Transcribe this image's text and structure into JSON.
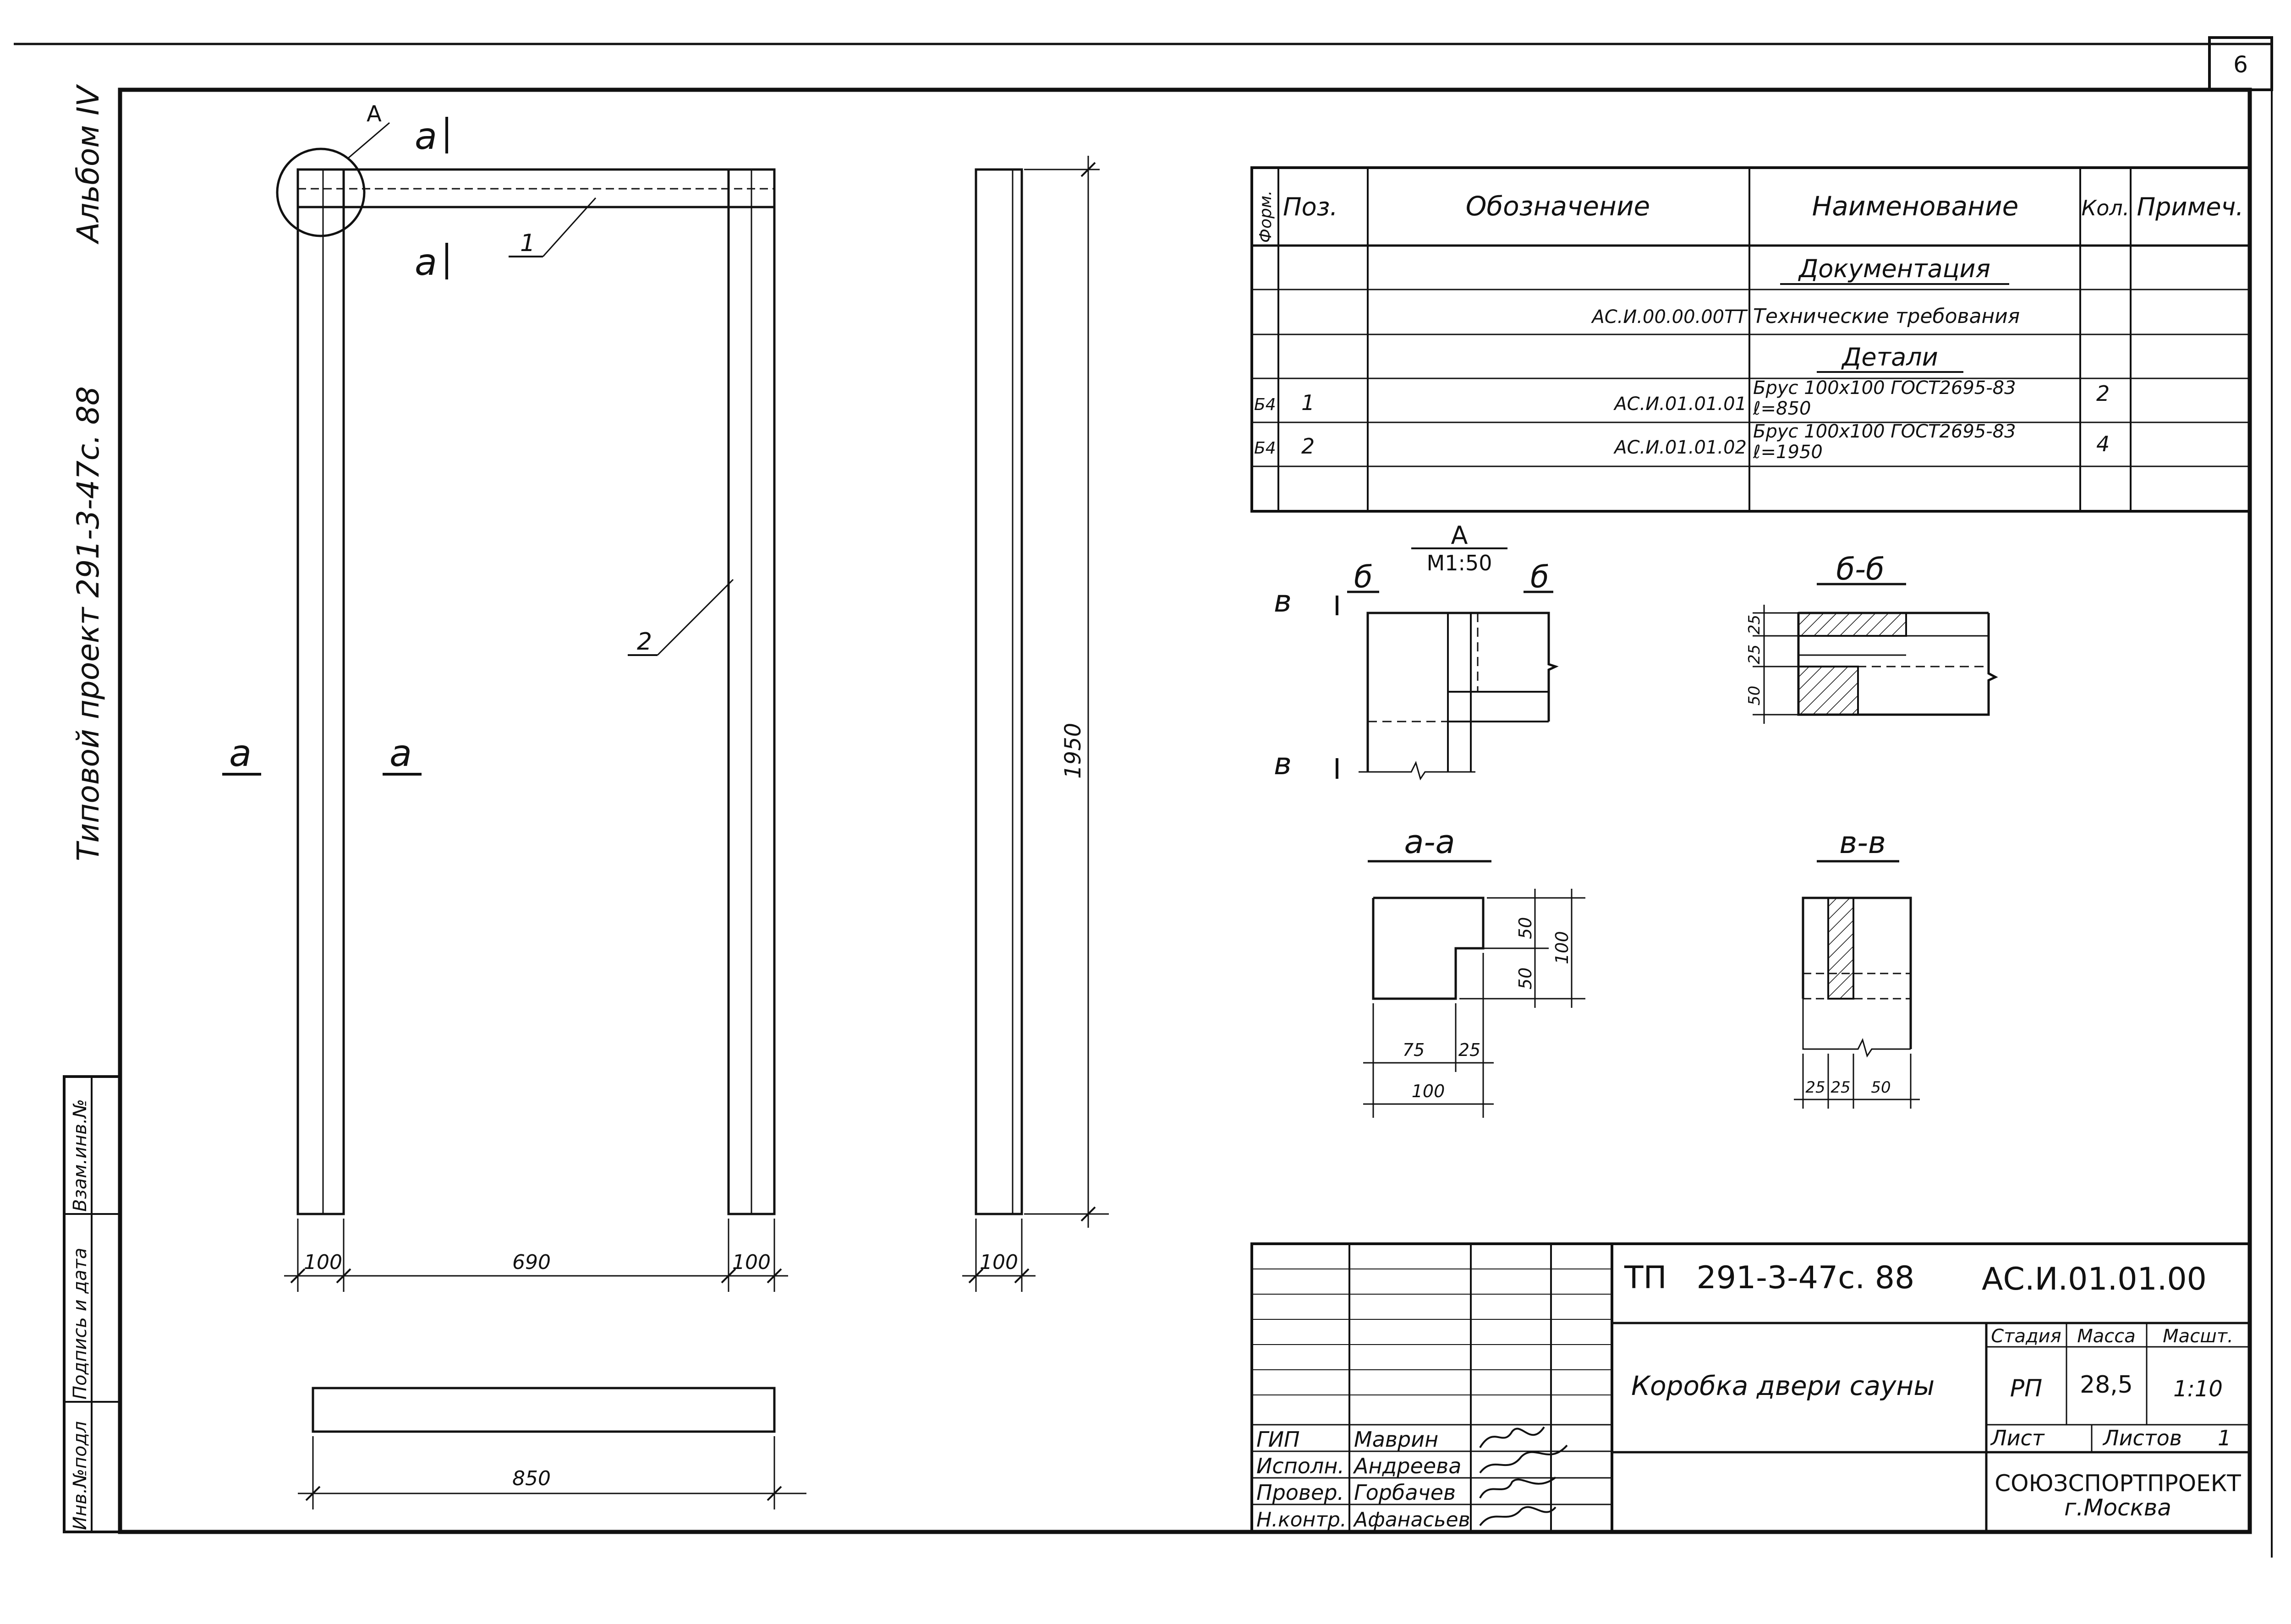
{
  "sheet_number": "6",
  "side_margin": {
    "album": "Альбом IV",
    "project": "Типовой проект 291-3-47с. 88"
  },
  "stamp_column": {
    "labels": [
      "Инв.№подл",
      "Подпись и дата",
      "Взам.инв.№"
    ]
  },
  "spec_table": {
    "headers": {
      "format": "Форм.",
      "pos": "Поз.",
      "designation": "Обозначение",
      "name": "Наименование",
      "qty": "Кол.",
      "note": "Примеч."
    },
    "section_docs": "Документация",
    "doc_row": {
      "designation": "АС.И.00.00.00ТТ",
      "name": "Технические требования"
    },
    "section_details": "Детали",
    "rows": [
      {
        "format": "Б4",
        "pos": "1",
        "designation": "АС.И.01.01.01",
        "name": "Брус 100х100 ГОСТ2695-83",
        "length": "ℓ=850",
        "qty": "2"
      },
      {
        "format": "Б4",
        "pos": "2",
        "designation": "АС.И.01.01.02",
        "name": "Брус 100х100 ГОСТ2695-83",
        "length": "ℓ=1950",
        "qty": "4"
      }
    ]
  },
  "front_view": {
    "callout_a": "А",
    "cut_marks": [
      "а",
      "а"
    ],
    "leaders": [
      "1",
      "2"
    ],
    "dims": {
      "left": "100",
      "middle": "690",
      "right": "100",
      "overall": "850"
    }
  },
  "side_view": {
    "dims": {
      "height": "1950",
      "width": "100"
    }
  },
  "details": {
    "detail_a": {
      "title": "А",
      "scale": "М1:50",
      "marks": [
        "б",
        "б",
        "в",
        "в"
      ]
    },
    "section_bb": {
      "title": "б-б",
      "dims": [
        "25",
        "25",
        "50"
      ]
    },
    "section_aa": {
      "title": "а-а",
      "dims": [
        "50",
        "50",
        "100",
        "75",
        "25",
        "100"
      ]
    },
    "section_vv": {
      "title": "в-в",
      "dims": [
        "25",
        "25",
        "50"
      ]
    }
  },
  "title_block": {
    "code_left": "ТП   291-3-47с. 88",
    "code_right": "АС.И.01.01.00",
    "product_name": "Коробка двери сауны",
    "stage_header": "Стадия",
    "mass_header": "Масса",
    "scale_header": "Масшт.",
    "stage": "РП",
    "mass": "28,5",
    "scale": "1:10",
    "sheet_label": "Лист",
    "sheets_label": "Листов",
    "sheets_count": "1",
    "org": "СОЮЗСПОРТПРОЕКТ",
    "city": "г.Москва",
    "signatures": [
      {
        "role": "ГИП",
        "name": "Маврин"
      },
      {
        "role": "Исполн.",
        "name": "Андреева"
      },
      {
        "role": "Провер.",
        "name": "Горбачев"
      },
      {
        "role": "Н.контр.",
        "name": "Афанасьев"
      }
    ]
  }
}
